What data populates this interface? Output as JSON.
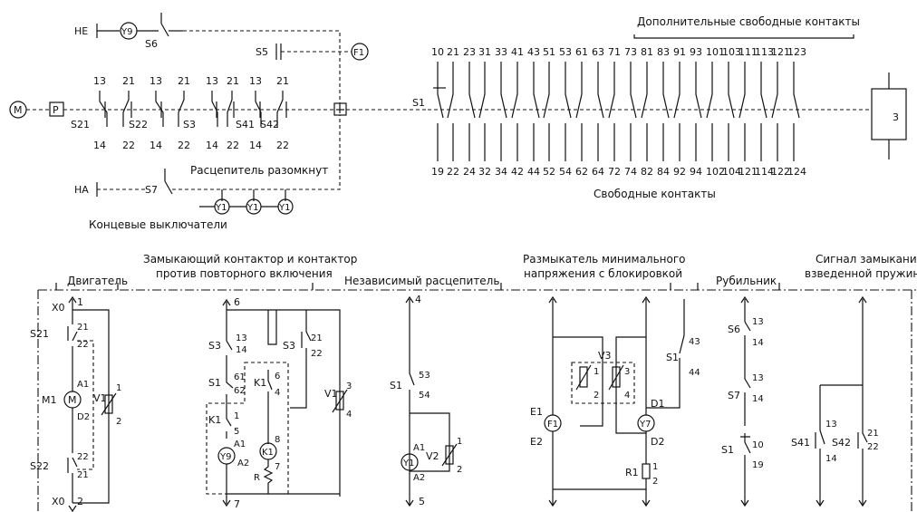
{
  "top": {
    "HE": "HE",
    "HA": "HA",
    "Y9": "Y9",
    "S6": "S6",
    "S5": "S5",
    "F1": "F1",
    "S7": "S7",
    "Y1": "Y1",
    "M": "M",
    "P": "P",
    "S21": "S21",
    "S22": "S22",
    "S3": "S3",
    "S41": "S41",
    "S42": "S42",
    "S1": "S1",
    "three": "3",
    "upper_nums": [
      "13",
      "21",
      "13",
      "21",
      "13",
      "21",
      "13",
      "21"
    ],
    "lower_nums": [
      "14",
      "22",
      "14",
      "22",
      "14",
      "22",
      "14",
      "22"
    ],
    "razm": "Расцепитель разомкнут",
    "konc": "Концевые выключатели",
    "dop": "Дополнительные свободные контакты",
    "svob": "Свободные контакты",
    "ctop": [
      "10",
      "21",
      "23",
      "31",
      "33",
      "41",
      "43",
      "51",
      "53",
      "61",
      "63",
      "71",
      "73",
      "81",
      "83",
      "91",
      "93",
      "101",
      "103",
      "111",
      "113",
      "121",
      "123"
    ],
    "cbot": [
      "19",
      "22",
      "24",
      "32",
      "34",
      "42",
      "44",
      "52",
      "54",
      "62",
      "64",
      "72",
      "74",
      "82",
      "84",
      "92",
      "94",
      "102",
      "104",
      "121",
      "114",
      "122",
      "124"
    ]
  },
  "sections": {
    "dvig": "Двигатель",
    "zam1": "Замыкающий контактор и контактор",
    "zam2": "против повторного включения",
    "nez": "Независимый расцепитель",
    "razm1": "Размыкатель минимального",
    "razm2": "напряжения с блокировкой",
    "rub": "Рубильник",
    "sig1": "Сигнал замыкания",
    "sig2": "взведенной пружины"
  },
  "bottom": {
    "X0": "X0",
    "n1": "1",
    "n2": "2",
    "S21": "S21",
    "S22": "S22",
    "M1": "M1",
    "M": "M",
    "A1": "A1",
    "D2": "D2",
    "V1": "V1",
    "c21": "21",
    "c22": "22",
    "n6": "6",
    "n7": "7",
    "S3": "S3",
    "S1": "S1",
    "K1": "K1",
    "c13": "13",
    "c14": "14",
    "c61": "61",
    "c62": "62",
    "c5": "5",
    "Y9": "Y9",
    "A2": "A2",
    "R": "R",
    "n8": "8",
    "n3": "3",
    "n4": "4",
    "c53": "53",
    "c54": "54",
    "Y1": "Y1",
    "V2": "V2",
    "n5": "5",
    "E1": "E1",
    "E2": "E2",
    "F1": "F1",
    "V3": "V3",
    "D1": "D1",
    "Y7": "Y7",
    "c43": "43",
    "c44": "44",
    "R1": "R1",
    "S6": "S6",
    "S7": "S7",
    "c10": "10",
    "c19": "19",
    "S41": "S41",
    "S42": "S42"
  }
}
